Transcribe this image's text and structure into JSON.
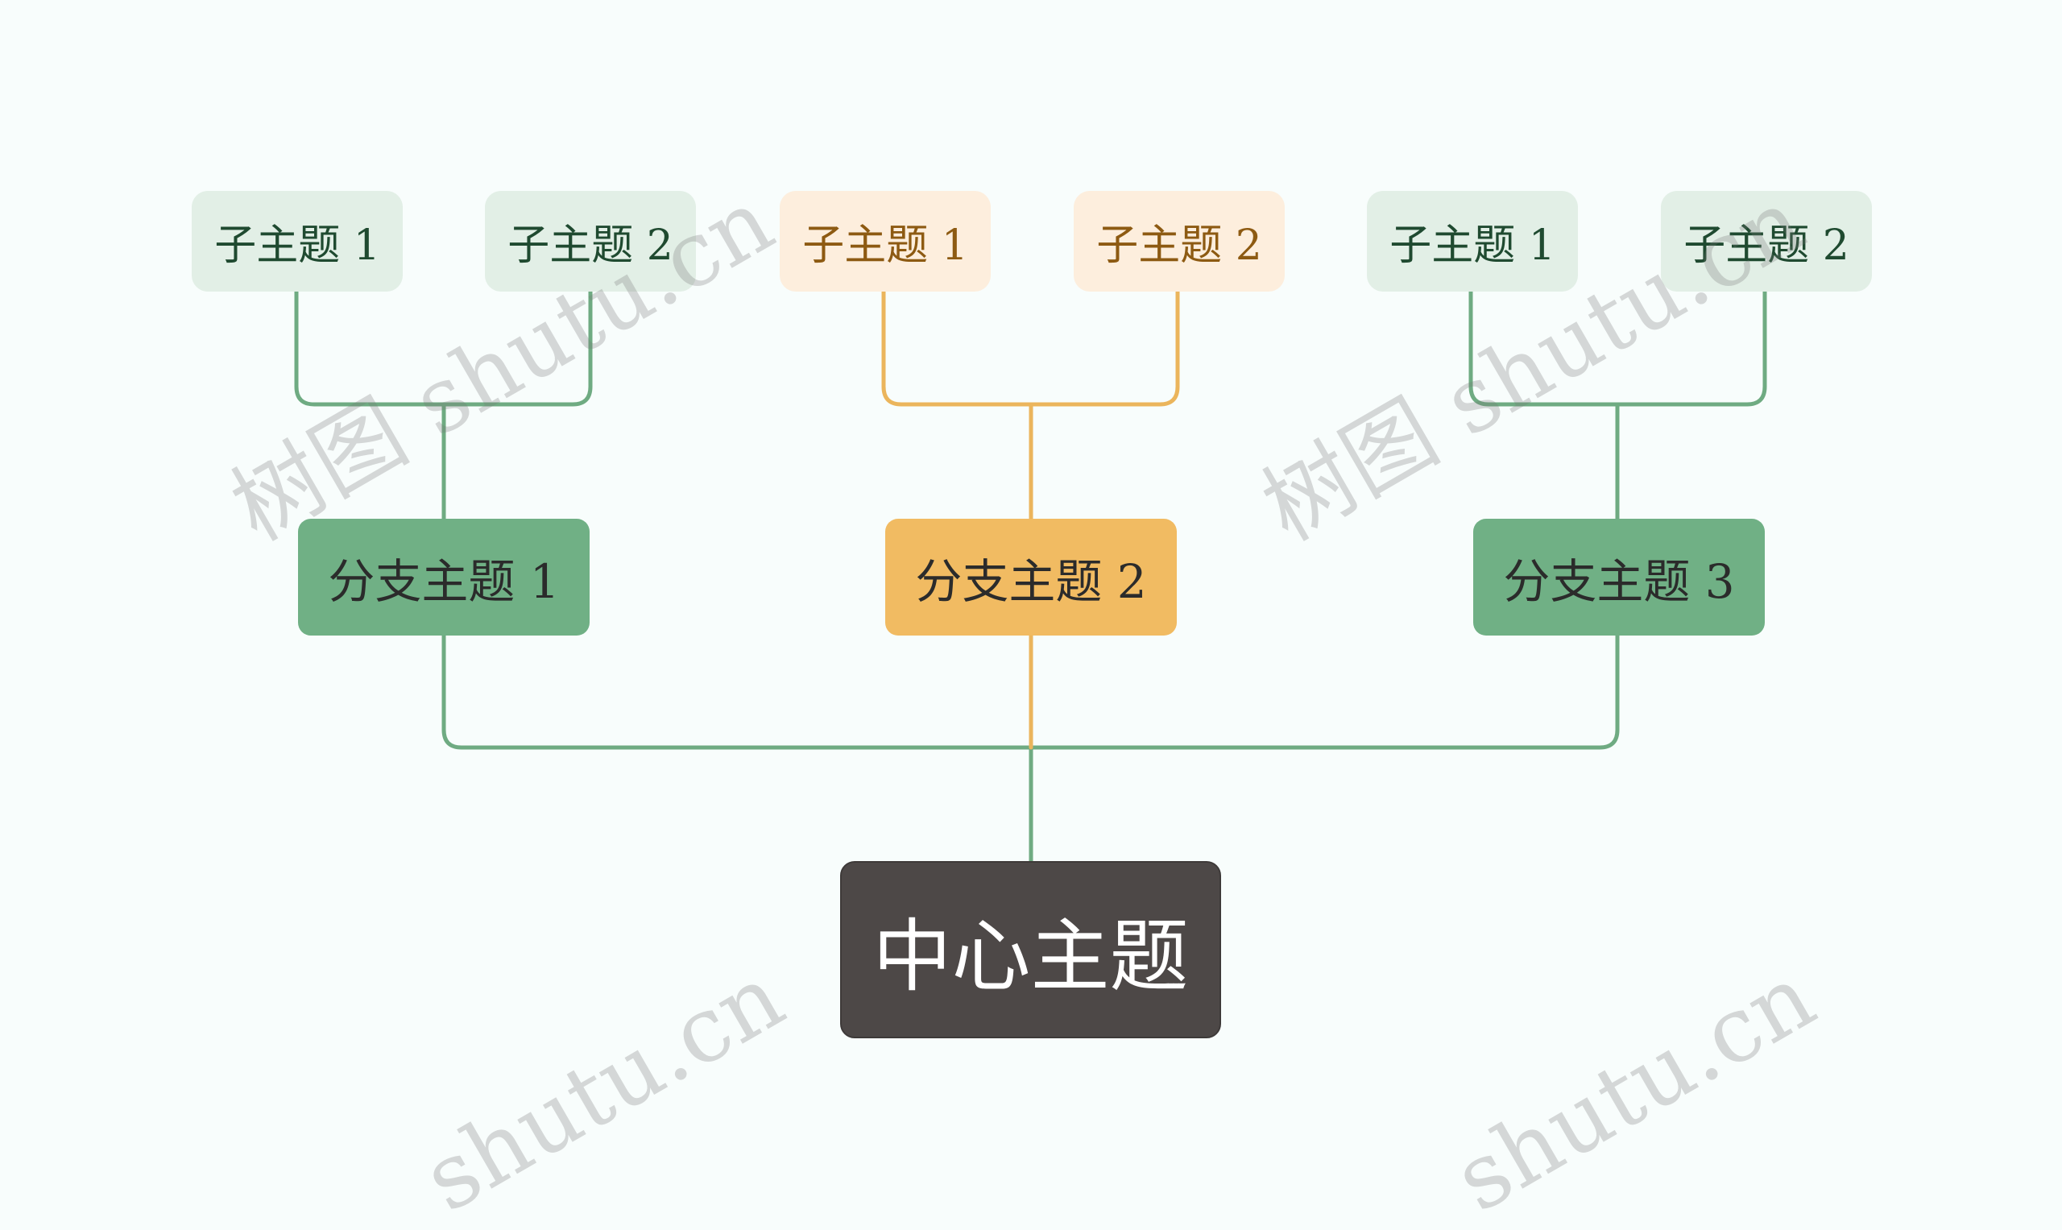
{
  "colors": {
    "background": "#f8fdfc",
    "central": "#4d4847",
    "branch_green": "#70b085",
    "branch_orange": "#f1bb62",
    "line_green": "#6fab82",
    "line_orange": "#ebb55c"
  },
  "central": {
    "label": "中心主题"
  },
  "branches": [
    {
      "label": "分支主题 1",
      "color": "green",
      "subtopics": [
        {
          "label": "子主题 1"
        },
        {
          "label": "子主题 2"
        }
      ]
    },
    {
      "label": "分支主题 2",
      "color": "orange",
      "subtopics": [
        {
          "label": "子主题 1"
        },
        {
          "label": "子主题 2"
        }
      ]
    },
    {
      "label": "分支主题 3",
      "color": "green",
      "subtopics": [
        {
          "label": "子主题 1"
        },
        {
          "label": "子主题 2"
        }
      ]
    }
  ],
  "watermarks": [
    {
      "text": "树图 shutu.cn"
    },
    {
      "text": "树图 shutu.cn"
    },
    {
      "text": "shutu.cn"
    },
    {
      "text": "shutu.cn"
    }
  ]
}
